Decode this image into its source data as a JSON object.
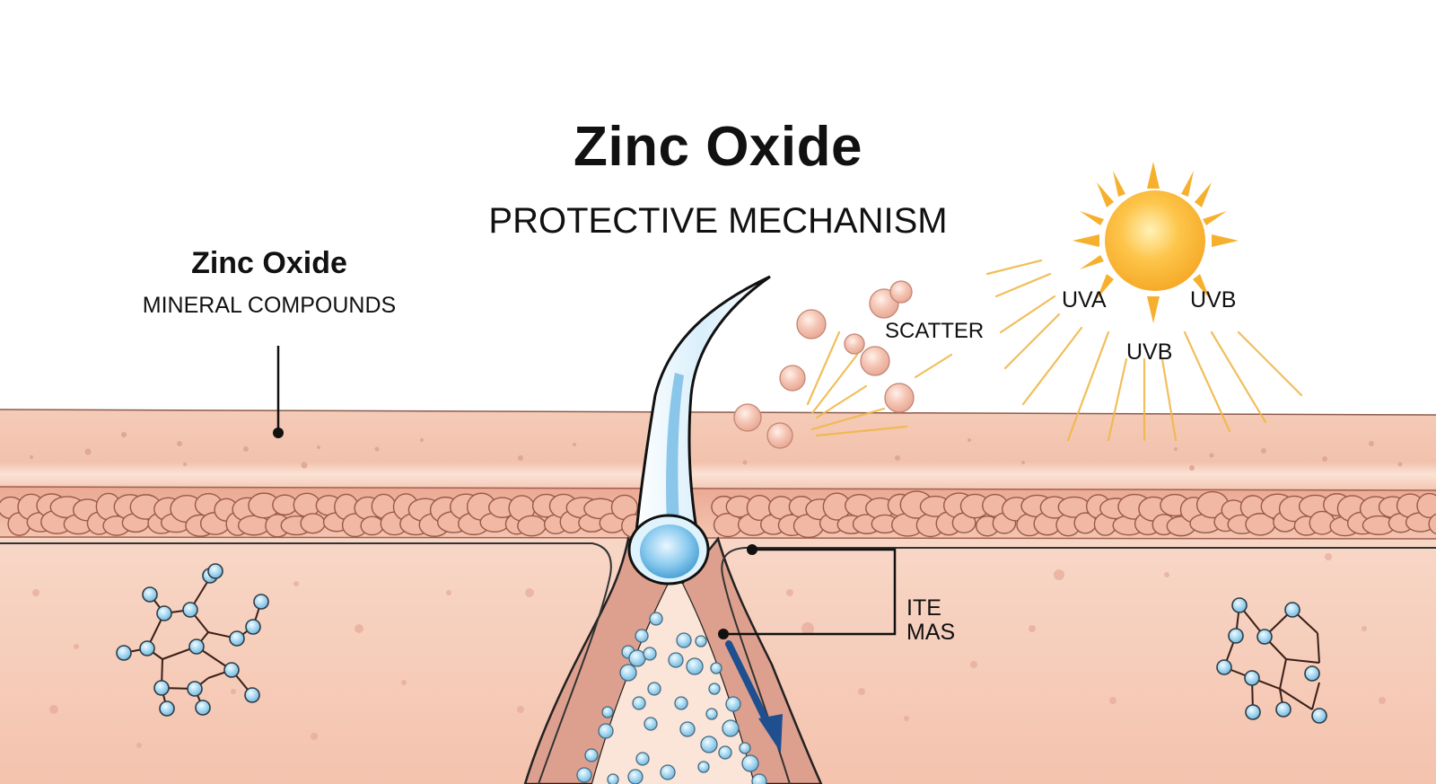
{
  "diagram": {
    "title": "Zinc Oxide",
    "subtitle": "PROTECTIVE MECHANISM",
    "left_label": {
      "title": "Zinc Oxide",
      "subtitle": "MINERAL COMPOUNDS"
    },
    "scatter_label": "SCATTER",
    "sun": {
      "labels": [
        "UVA",
        "UVB",
        "UVB"
      ],
      "color": "#f6b42e"
    },
    "callout_labels": [
      "ITE",
      "MAS"
    ],
    "colors": {
      "skin_surface": "#f3c3ae",
      "skin_deep": "#f4c8b6",
      "fat_cells": "#eeb39e",
      "cell_outline": "#9a5a48",
      "particle": "#f1b9a7",
      "molecule_atom": "#8ec8e8",
      "hair_fill": "#bfe2f6",
      "arrow": "#1f4f8f",
      "rays": "#f0b84a"
    },
    "components": [
      "title",
      "subtitle",
      "mineral-compounds-label",
      "sun",
      "uv-rays",
      "scatter-particles",
      "hair-shaft",
      "hair-follicle",
      "skin-epidermis",
      "fat-cell-layer",
      "dermis",
      "molecule-left",
      "molecule-right",
      "callout-bracket",
      "downward-arrow"
    ]
  }
}
